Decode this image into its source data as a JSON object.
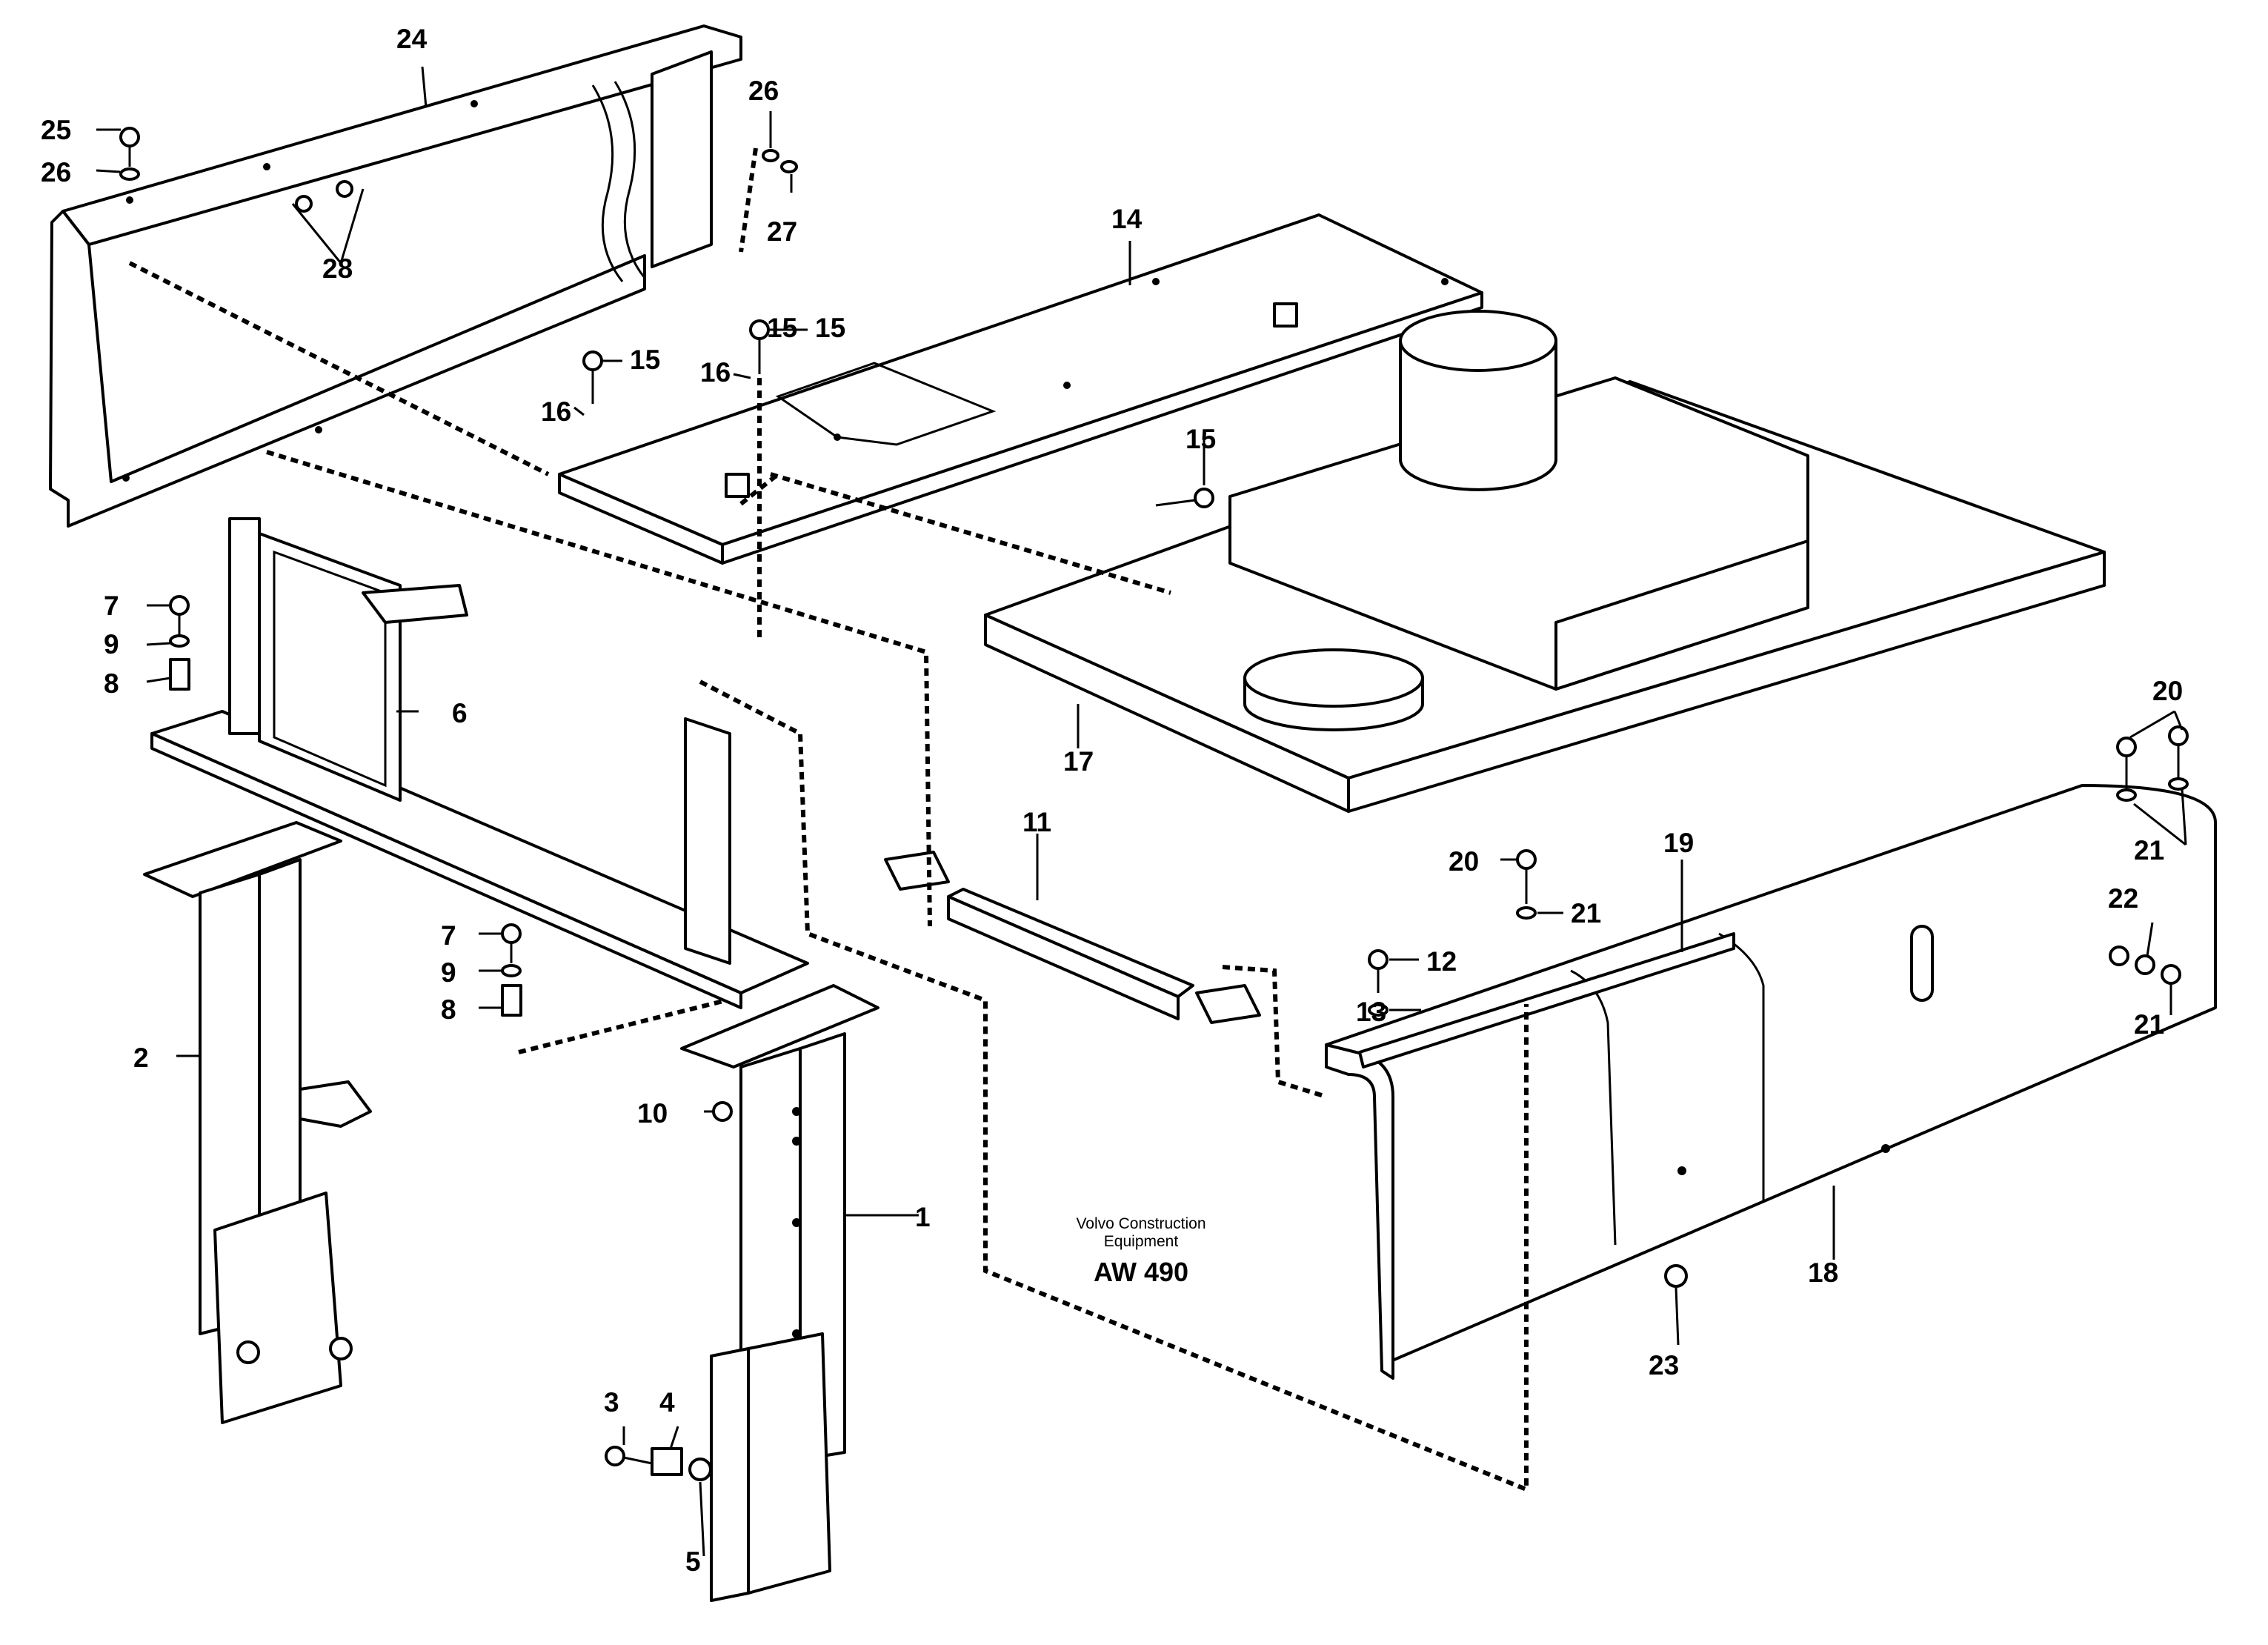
{
  "labels": [
    "1",
    "2",
    "3",
    "4",
    "5",
    "6",
    "7",
    "7",
    "8",
    "8",
    "9",
    "9",
    "10",
    "11",
    "12",
    "13",
    "14",
    "15",
    "15",
    "15",
    "15",
    "16",
    "16",
    "17",
    "18",
    "19",
    "20",
    "20",
    "21",
    "21",
    "21",
    "22",
    "23",
    "24",
    "25",
    "26",
    "26",
    "27",
    "28"
  ],
  "caption": {
    "line1": "Volvo Construction",
    "line2": "Equipment",
    "code": "AW 490"
  }
}
